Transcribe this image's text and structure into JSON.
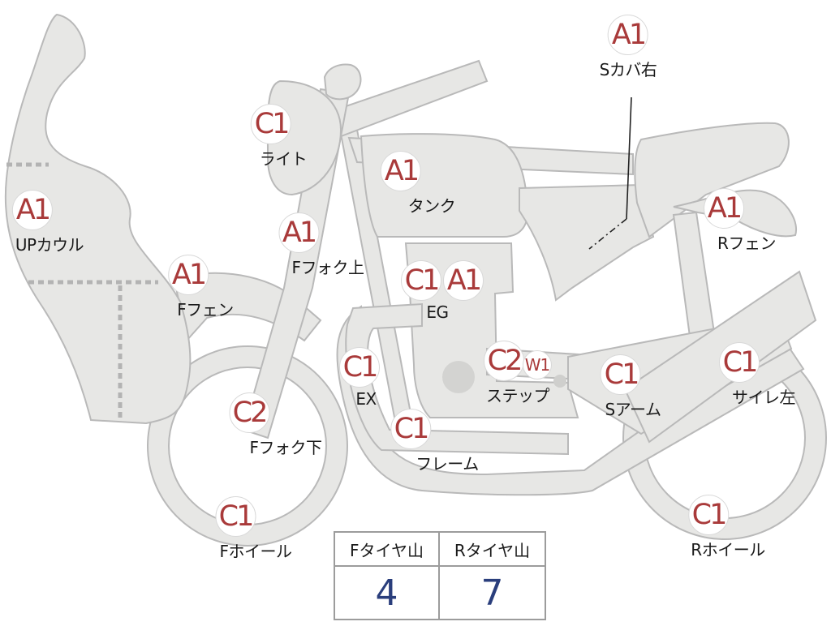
{
  "parts": [
    {
      "code": "A1",
      "label": "Sカバ右"
    },
    {
      "code": "C1",
      "label": "ライト"
    },
    {
      "code": "A1",
      "label": "タンク"
    },
    {
      "code": "A1",
      "label": "UPカウル"
    },
    {
      "code": "A1",
      "label": "Rフェン"
    },
    {
      "code": "A1",
      "label": "Fフォク上"
    },
    {
      "code": "A1",
      "label": "Fフェン"
    },
    {
      "code": "A1",
      "label": "EG"
    },
    {
      "code": "C1",
      "label": "EX"
    },
    {
      "code": "C2",
      "label": "ステップ"
    },
    {
      "code": "C1",
      "label": "Sアーム"
    },
    {
      "code": "C1",
      "label": "サイレ左"
    },
    {
      "code": "C2",
      "label": "Fフォク下"
    },
    {
      "code": "C1",
      "label": "フレーム"
    },
    {
      "code": "C1",
      "label": "Fホイール"
    },
    {
      "code": "C1",
      "label": "Rホイール"
    }
  ],
  "extra_badges": [
    {
      "code": "C1"
    },
    {
      "code": "W1"
    }
  ],
  "tread": {
    "front_header": "Fタイヤ山",
    "rear_header": "Rタイヤ山",
    "front_value": "4",
    "rear_value": "7"
  },
  "colors": {
    "badge_text": "#a93a3a",
    "table_value": "#2a3e7c",
    "part_fill": "#e7e7e5"
  }
}
